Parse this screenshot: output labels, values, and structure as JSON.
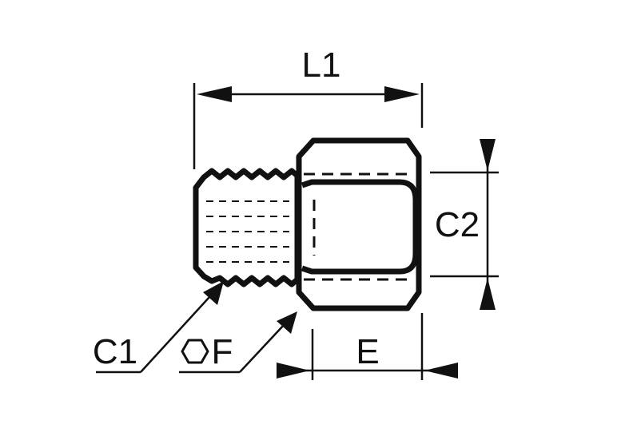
{
  "labels": {
    "length": "L1",
    "thread_male": "C1",
    "hex_size": "F",
    "thread_female": "C2",
    "hex_length": "E"
  },
  "icons": {
    "hex": "hexagon-icon"
  },
  "colors": {
    "line": "#111111",
    "background": "#ffffff"
  }
}
